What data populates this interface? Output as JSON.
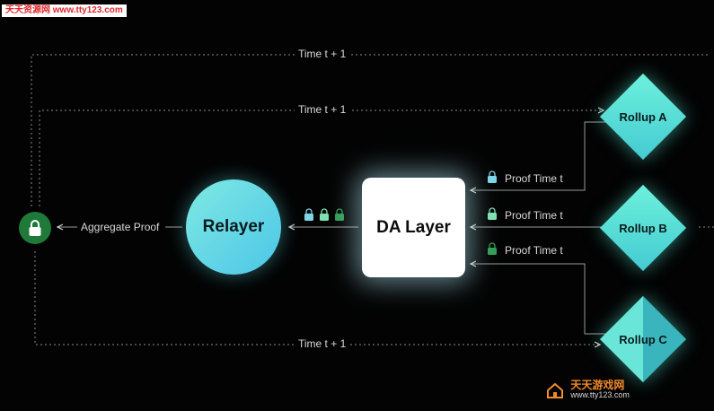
{
  "watermark_top": "天天资源网 www.tty123.com",
  "watermark_bottom": {
    "name": "天天游戏网",
    "url": "www.tty123.com"
  },
  "nodes": {
    "relayer": "Relayer",
    "da_layer": "DA Layer",
    "rollup_a": "Rollup A",
    "rollup_b": "Rollup B",
    "rollup_c": "Rollup C"
  },
  "edges": {
    "time_top": "Time t + 1",
    "time_second": "Time t + 1",
    "time_bottom": "Time t + 1",
    "aggregate_proof": "Aggregate Proof",
    "proof_a": "Proof Time t",
    "proof_b": "Proof Time t",
    "proof_c": "Proof Time t"
  },
  "colors": {
    "lock_a": "#7fd4e8",
    "lock_b": "#7fe0b0",
    "lock_c": "#2f9e55",
    "verifier_lock_bg": "#1f7a3a",
    "relayer": "#5dd6e6",
    "rollup": "#5ee4d6"
  },
  "icons": {
    "verifier": "lock-icon",
    "proof": "lock-icon"
  }
}
